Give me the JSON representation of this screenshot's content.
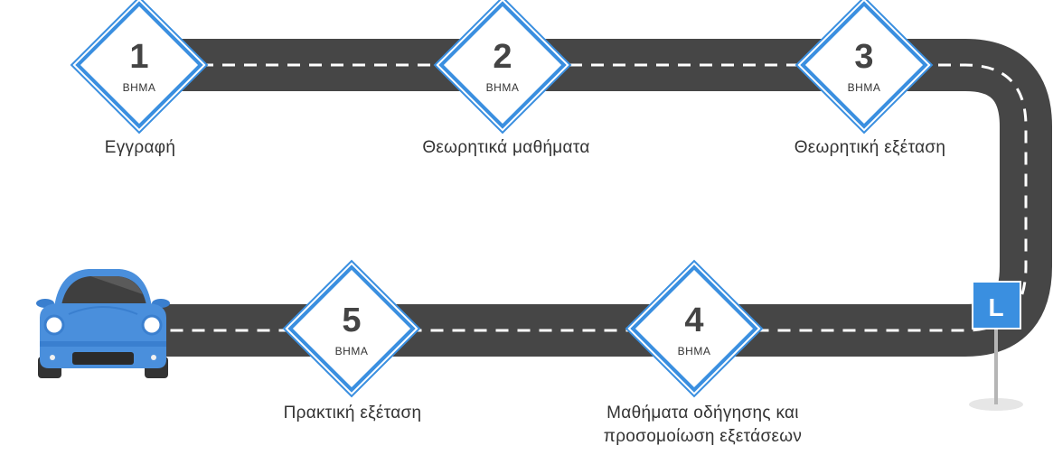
{
  "steps": [
    {
      "number": "1",
      "word": "ΒΗΜΑ",
      "label": "Εγγραφή"
    },
    {
      "number": "2",
      "word": "ΒΗΜΑ",
      "label": "Θεωρητικά μαθήματα"
    },
    {
      "number": "3",
      "word": "ΒΗΜΑ",
      "label": "Θεωρητική εξέταση"
    },
    {
      "number": "4",
      "word": "ΒΗΜΑ",
      "label_line1": "Μαθήματα οδήγησης και",
      "label_line2": "προσομοίωση εξετάσεων"
    },
    {
      "number": "5",
      "word": "ΒΗΜΑ",
      "label": "Πρακτική εξέταση"
    }
  ],
  "sign": {
    "letter": "L"
  },
  "colors": {
    "road": "#464646",
    "accent": "#3a8fe0",
    "car": "#4a8fdc",
    "lane": "#ffffff"
  }
}
